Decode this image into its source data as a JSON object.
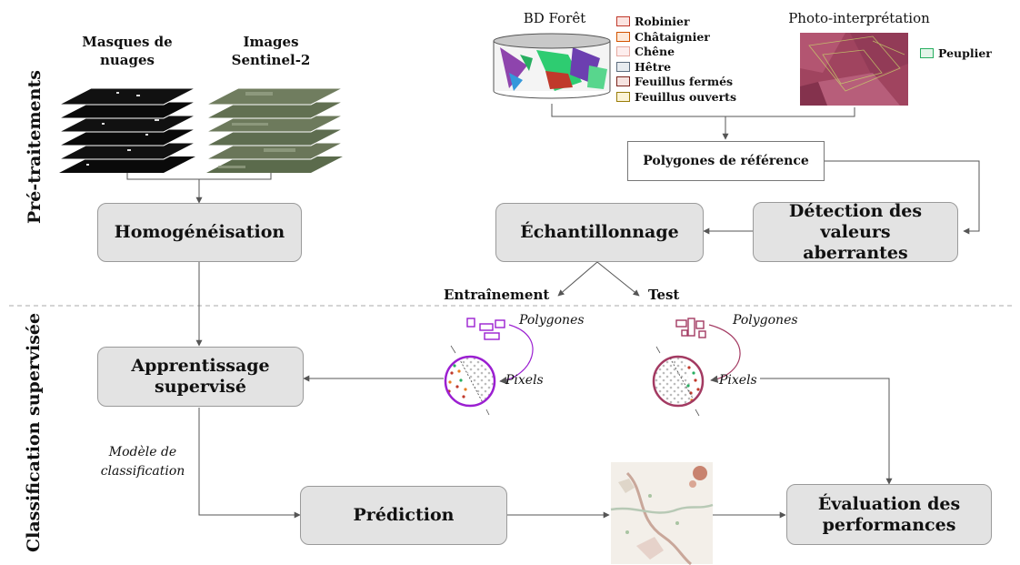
{
  "sections": {
    "preprocessing": "Pré-traitements",
    "classification": "Classification supervisée"
  },
  "inputs": {
    "cloud_masks": "Masques de nuages",
    "sentinel_images": "Images Sentinel-2",
    "bd_foret": "BD Forêt",
    "photo_interpretation": "Photo-interprétation"
  },
  "bd_foret_legend": [
    {
      "label": "Robinier",
      "color": "#c0392b",
      "fill": "#fbe4e1"
    },
    {
      "label": "Châtaignier",
      "color": "#d35400",
      "fill": "#fde9d9"
    },
    {
      "label": "Chêne",
      "color": "#e6a9a0",
      "fill": "#fdeeee"
    },
    {
      "label": "Hêtre",
      "color": "#5d6d7e",
      "fill": "#e8ecf0"
    },
    {
      "label": "Feuillus fermés",
      "color": "#7b241c",
      "fill": "#f6e3e0"
    },
    {
      "label": "Feuillus ouverts",
      "color": "#9a7d0a",
      "fill": "#fbf3d6"
    }
  ],
  "photo_legend": [
    {
      "label": "Peuplier",
      "color": "#27ae60",
      "fill": "#e3f5e9"
    }
  ],
  "steps": {
    "reference_polygons": "Polygones de référence",
    "homogenization": "Homogénéisation",
    "sampling": "Échantillonnage",
    "outlier_detection": "Détection des valeurs aberrantes",
    "supervised_learning": "Apprentissage supervisé",
    "prediction": "Prédiction",
    "evaluation": "Évaluation des performances"
  },
  "split": {
    "train": "Entraînement",
    "test": "Test"
  },
  "annotations": {
    "polygons_train": "Polygones",
    "pixels_train": "Pixels",
    "polygons_test": "Polygones",
    "pixels_test": "Pixels",
    "model": "Modèle de classification"
  },
  "colors": {
    "box_fill": "#e3e3e3",
    "train_accent": "#9b1fd1",
    "test_accent": "#a33a62",
    "arrow": "#555555",
    "divider": "#aaaaaa"
  }
}
